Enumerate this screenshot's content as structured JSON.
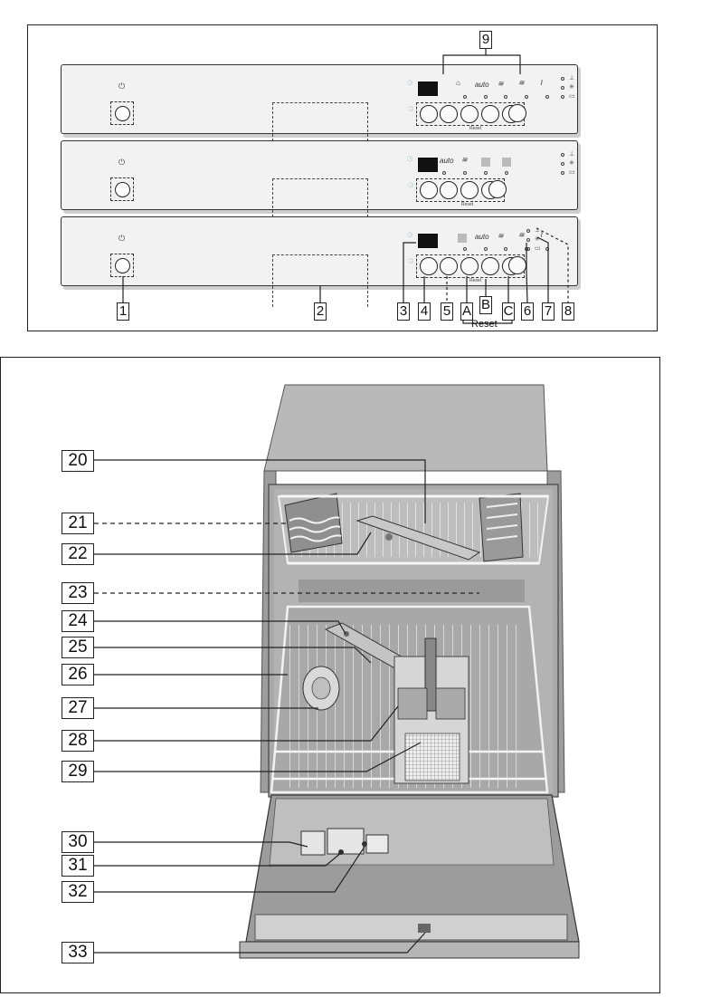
{
  "control_panel": {
    "reset_small_label": "Reset",
    "labels": {
      "l1": "1",
      "l2": "2",
      "l3": "3",
      "l4": "4",
      "l5": "5",
      "lA": "A",
      "lB": "B",
      "lC": "C",
      "l6": "6",
      "l7": "7",
      "l8": "8",
      "l9": "9"
    },
    "reset_label": "Reset",
    "auto_text": "auto"
  },
  "interior": {
    "labels": {
      "l20": "20",
      "l21": "21",
      "l22": "22",
      "l23": "23",
      "l24": "24",
      "l25": "25",
      "l26": "26",
      "l27": "27",
      "l28": "28",
      "l29": "29",
      "l30": "30",
      "l31": "31",
      "l32": "32",
      "l33": "33"
    }
  },
  "colors": {
    "panel": "#f2f2f2",
    "tub_grey": "#a9a9a9",
    "door_grey": "#9c9c9c",
    "line": "#222222"
  }
}
